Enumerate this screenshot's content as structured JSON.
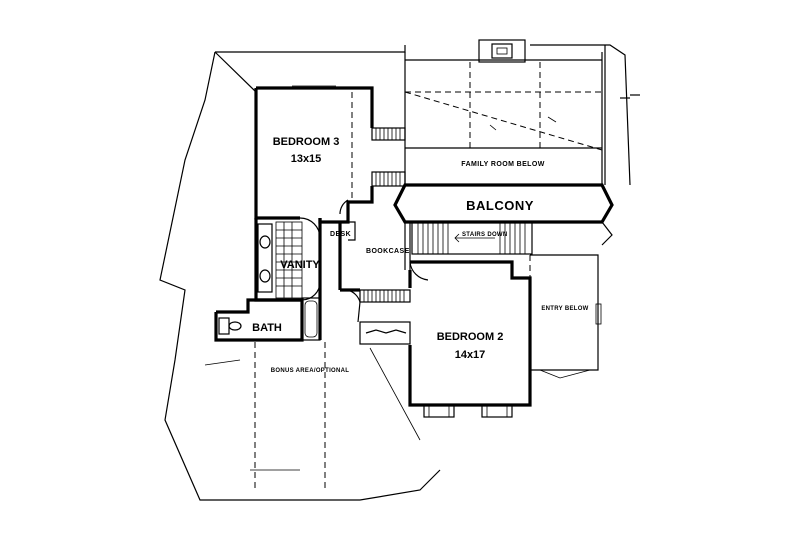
{
  "rooms": {
    "bedroom3": {
      "name": "BEDROOM 3",
      "size": "13x15"
    },
    "bedroom2": {
      "name": "BEDROOM 2",
      "size": "14x17"
    },
    "family_room_below": "FAMILY ROOM BELOW",
    "balcony": "BALCONY",
    "stairs": "STAIRS DOWN",
    "desk": "DESK",
    "bookcase": "BOOKCASE",
    "vanity": "VANITY",
    "bath": "BATH",
    "entry_below": "ENTRY BELOW",
    "bonus_area": "BONUS AREA/OPTIONAL"
  }
}
